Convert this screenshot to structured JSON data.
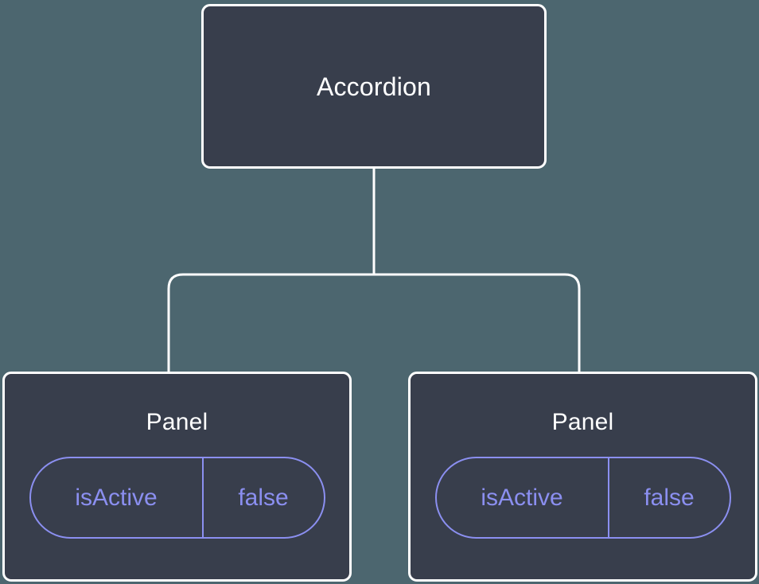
{
  "diagram": {
    "type": "component-tree",
    "background_color": "#4c666f",
    "node_fill_color": "#383e4c",
    "node_border_color": "#ffffff",
    "edge_color": "#ffffff",
    "prop_accent_color": "#8b8ff0"
  },
  "root": {
    "title": "Accordion"
  },
  "children": [
    {
      "title": "Panel",
      "prop": {
        "key": "isActive",
        "value": "false"
      }
    },
    {
      "title": "Panel",
      "prop": {
        "key": "isActive",
        "value": "false"
      }
    }
  ]
}
